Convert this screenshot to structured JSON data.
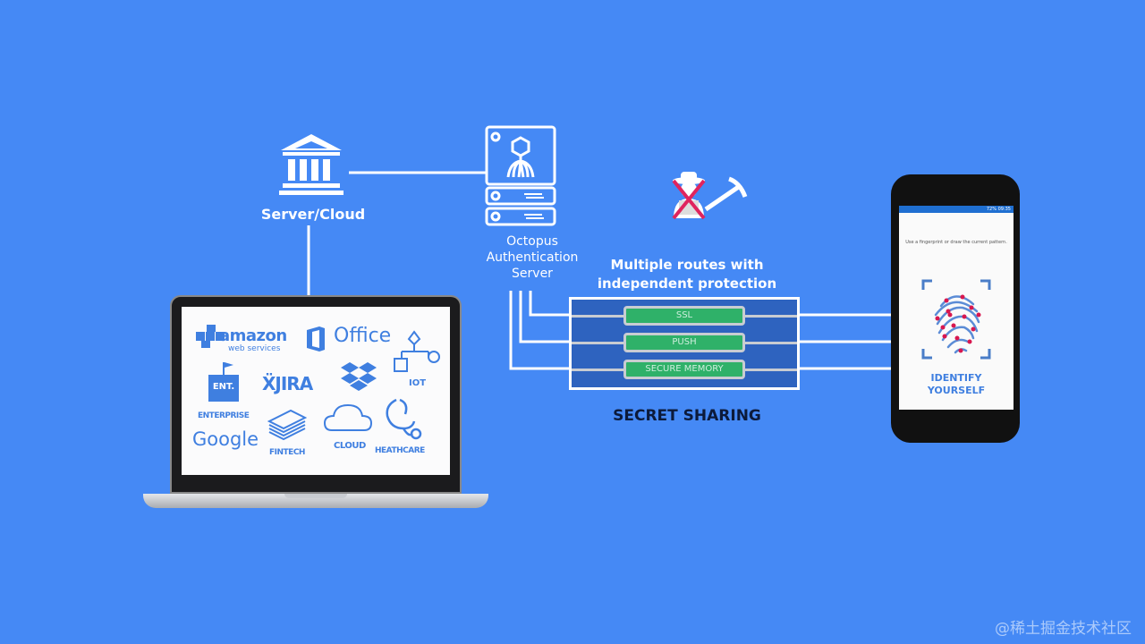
{
  "colors": {
    "background": "#4589F5",
    "route_box": "#2E63BF",
    "pill_green": "#2FB169",
    "logo_blue": "#3F7FE0",
    "strike_red": "#E0245E",
    "secret_text": "#0C1A3A"
  },
  "nodes": {
    "server_cloud": {
      "label": "Server/Cloud",
      "icon": "bank-building-icon"
    },
    "auth_server": {
      "label_lines": [
        "Octopus",
        "Authentication",
        "Server"
      ],
      "icon": "octopus-server-icon"
    },
    "attacker": {
      "icon": "hacker-crossed-icon"
    },
    "routes_title_lines": [
      "Multiple routes with",
      "independent protection"
    ],
    "routes": [
      {
        "label": "SSL"
      },
      {
        "label": "PUSH"
      },
      {
        "label": "SECURE MEMORY"
      }
    ],
    "secret_sharing": "SECRET SHARING"
  },
  "laptop": {
    "logos": {
      "amazon": "amazon",
      "amazon_sub": "web services",
      "office": "Office",
      "iot": "IOT",
      "ent_badge": "ENT.",
      "enterprise": "ENTERPRISE",
      "jira": "JIRA",
      "google": "Google",
      "fintech": "FINTECH",
      "cloud": "CLOUD",
      "healthcare": "HEATHCARE"
    }
  },
  "phone": {
    "status": "72% 09:35",
    "message": "Use a fingerprint or draw the current pattern.",
    "cta_lines": [
      "IDENTIFY",
      "YOURSELF"
    ]
  },
  "watermark": "@稀土掘金技术社区"
}
